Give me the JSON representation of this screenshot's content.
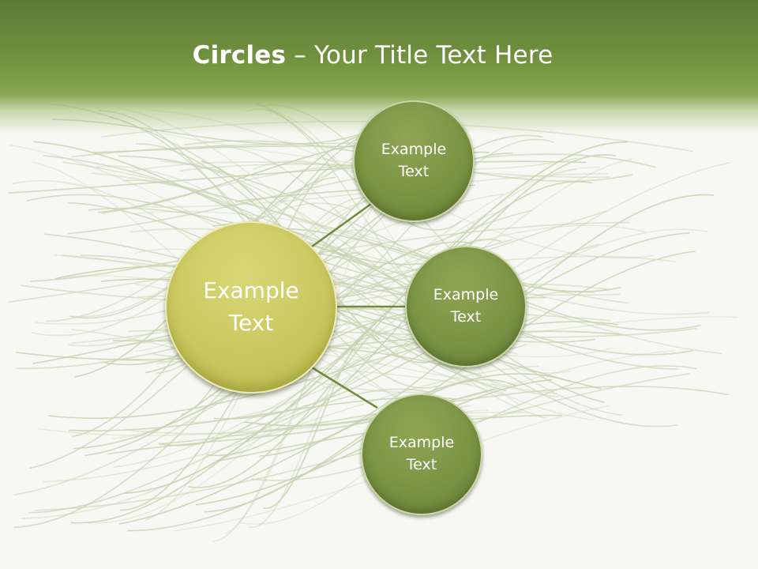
{
  "title": {
    "bold": "Circles",
    "rest": " – Your Title Text Here"
  },
  "diagram": {
    "center": {
      "text": "Example Text"
    },
    "satellites": [
      {
        "text": "Example Text"
      },
      {
        "text": "Example Text"
      },
      {
        "text": "Example Text"
      }
    ]
  },
  "colors": {
    "title_band": "#6f8f3e",
    "satellite_fill": "#7a9444",
    "center_fill": "#c9c85f",
    "connector": "#6f8a3a",
    "text": "#ffffff"
  }
}
